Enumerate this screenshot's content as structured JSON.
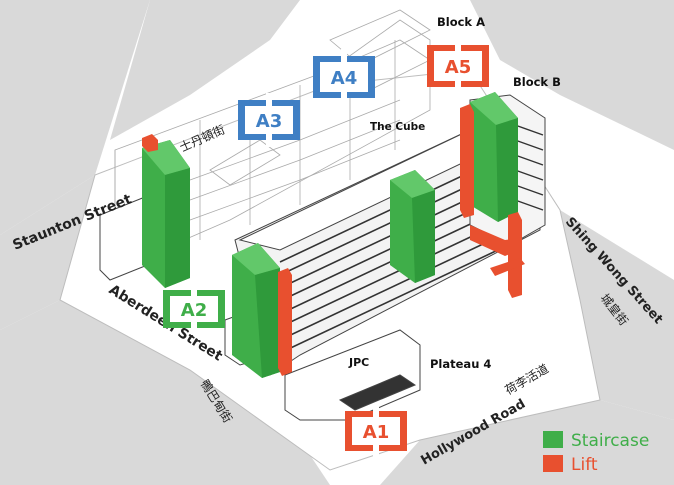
{
  "streets": {
    "staunton": "Staunton Street",
    "aberdeen": "Aberdeen Street",
    "aberdeen_cjk": "鴨巴甸街",
    "shing_wong": "Shing Wong Street",
    "shing_wong_cjk": "城皇街",
    "hollywood": "Hollywood Road",
    "hollywood_cjk": "荷李活道",
    "sediment_cjk": "士丹頓街"
  },
  "buildings": {
    "block_a": "Block A",
    "block_b": "Block B",
    "the_cube": "The Cube",
    "jpc": "JPC",
    "plateau": "Plateau 4"
  },
  "markers": [
    {
      "label": "A1",
      "color": "#e8502f"
    },
    {
      "label": "A2",
      "color": "#3fae49"
    },
    {
      "label": "A3",
      "color": "#3f7fc4"
    },
    {
      "label": "A4",
      "color": "#3f7fc4"
    },
    {
      "label": "A5",
      "color": "#e8502f"
    }
  ],
  "legend": {
    "staircase_label": "Staircase",
    "lift_label": "Lift",
    "staircase_color": "#3fae49",
    "lift_color": "#e8502f"
  }
}
